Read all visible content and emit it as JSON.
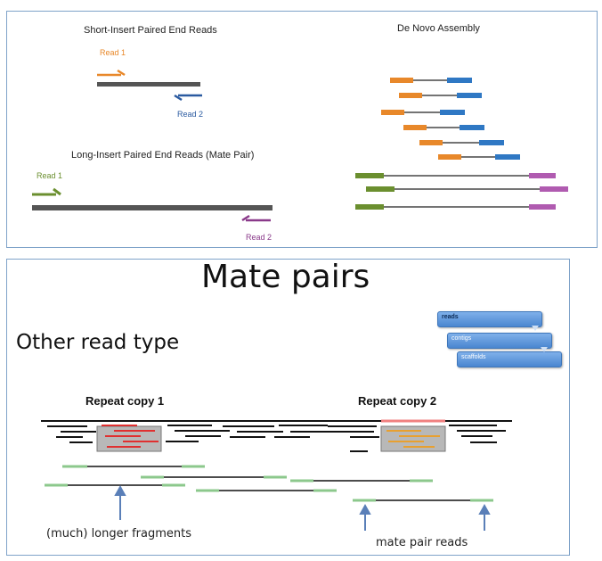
{
  "top": {
    "short_title": "Short-Insert Paired End Reads",
    "long_title": "Long-Insert Paired End Reads (Mate Pair)",
    "denovo_title": "De Novo Assembly",
    "read1": "Read 1",
    "read2": "Read 2"
  },
  "bottom": {
    "title": "Mate pairs",
    "subtitle": "Other read type",
    "repeat1": "Repeat copy 1",
    "repeat2": "Repeat copy 2",
    "caption_left": "(much) longer fragments",
    "caption_right": "mate pair reads",
    "stack": [
      "reads",
      "contigs",
      "scaffolds"
    ]
  },
  "colors": {
    "orange": "#e8882a",
    "blue": "#2f78c4",
    "green": "#6b8f2f",
    "purple": "#b05bb0",
    "red": "#e03030",
    "mate_green": "#8cc88c"
  }
}
